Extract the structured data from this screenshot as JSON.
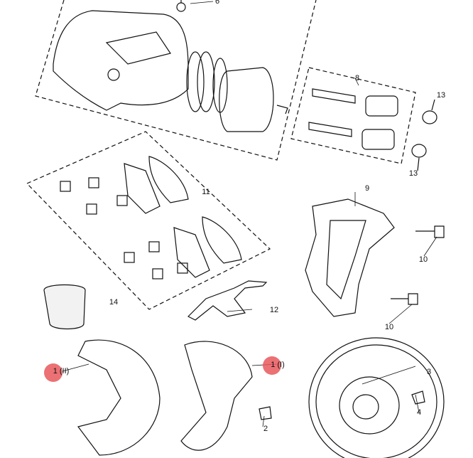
{
  "callouts": {
    "c6": "6",
    "c8": "8",
    "c13a": "13",
    "c13b": "13",
    "c11": "11",
    "c9": "9",
    "c10a": "10",
    "c10b": "10",
    "c14": "14",
    "c12": "12",
    "c3": "3",
    "c4": "4",
    "c2": "2"
  },
  "hotspots": {
    "h1": "1 (II)",
    "h2": "1 (I)"
  },
  "colors": {
    "hotspot": "#e8585c",
    "line": "#111111"
  }
}
